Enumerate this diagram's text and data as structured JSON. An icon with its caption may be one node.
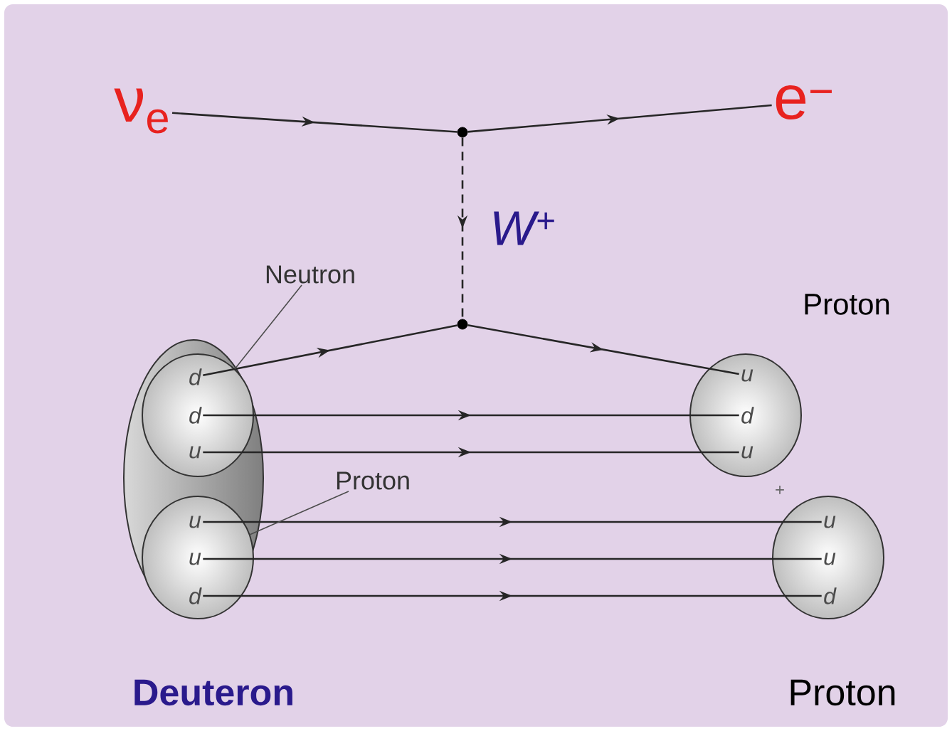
{
  "diagram": {
    "nodes": [
      {
        "text": [
          "ν$_{e}$"
        ]
      },
      {
        "text": [],
        "shape": "circle"
      },
      {
        "text": [
          "e$^{−}$"
        ]
      },
      {
        "text": [
          "Neutron"
        ]
      },
      {
        "text": [],
        "shape": "circle"
      },
      {
        "text": [
          "Deuteron"
        ]
      },
      {
        "text": [],
        "shape": "circle",
        "in": 5
      },
      {
        "text": [
          "d"
        ],
        "in": 6
      },
      {
        "text": [
          "d"
        ],
        "in": 6
      },
      {
        "text": [
          "u"
        ],
        "in": 6
      },
      {
        "text": [
          "Proton"
        ]
      },
      {
        "text": [],
        "shape": "circle",
        "in": 5
      },
      {
        "text": [
          "u"
        ],
        "in": 11
      },
      {
        "text": [
          "u"
        ],
        "in": 11
      },
      {
        "text": [
          "d"
        ],
        "in": 11
      },
      {
        "text": [
          "Proton"
        ]
      },
      {
        "text": [
          "u"
        ],
        "in": 15
      },
      {
        "text": [
          "d"
        ],
        "in": 15
      },
      {
        "text": [
          "u"
        ],
        "in": 15
      },
      {
        "text": [
          "Proton"
        ]
      },
      {
        "text": [
          "u"
        ],
        "in": 19
      },
      {
        "text": [
          "u"
        ],
        "in": 19
      },
      {
        "text": [
          "d"
        ],
        "in": 19
      }
    ],
    "edges": [
      {
        "from": 0,
        "to": 1,
        "arrow": "to"
      },
      {
        "from": 1,
        "to": 2,
        "arrow": "to"
      },
      {
        "from": 1,
        "to": 4,
        "arrow": "to",
        "style": "dashed",
        "label": "W$^{+}$"
      },
      {
        "from": 7,
        "to": 4,
        "arrow": "to"
      },
      {
        "from": 4,
        "to": 16,
        "arrow": "to"
      },
      {
        "from": 8,
        "to": 17,
        "arrow": "to"
      },
      {
        "from": 9,
        "to": 18,
        "arrow": "to"
      },
      {
        "from": 12,
        "to": 20,
        "arrow": "to"
      },
      {
        "from": 13,
        "to": 21,
        "arrow": "to"
      },
      {
        "from": 14,
        "to": 22,
        "arrow": "to"
      },
      {
        "from": 3,
        "to": 6,
        "arrow": "none"
      },
      {
        "from": 10,
        "to": 11,
        "arrow": "none"
      }
    ],
    "labels": [
      "+"
    ]
  }
}
